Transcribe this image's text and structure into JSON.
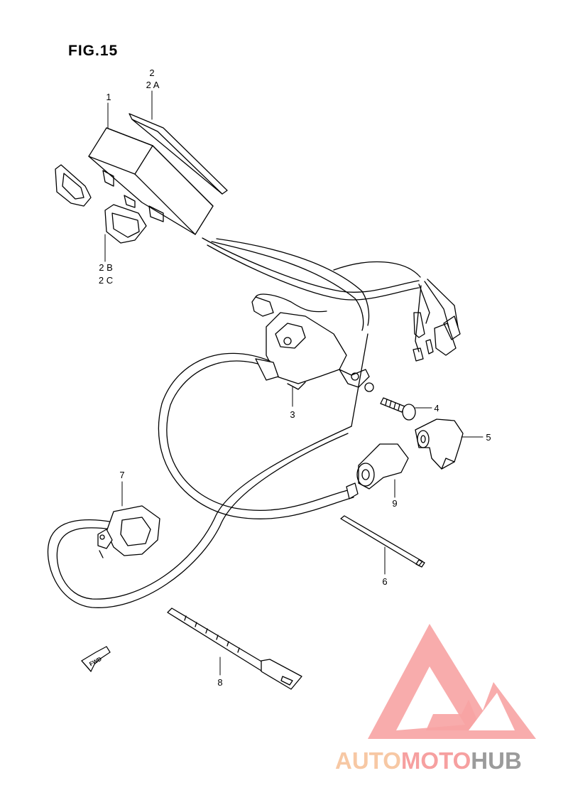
{
  "figure": {
    "title": "FIG.15",
    "fwd_label": "FWD"
  },
  "callouts": {
    "c1": "1",
    "c2": "2",
    "c2a": "2 A",
    "c2b": "2 B",
    "c2c": "2 C",
    "c3": "3",
    "c4": "4",
    "c5": "5",
    "c6": "6",
    "c7": "7",
    "c8": "8",
    "c9": "9"
  },
  "watermark": {
    "part1": "AUTO",
    "part2": "MOTO",
    "part3": "HUB",
    "colors": {
      "auto": "#f7c8a4",
      "moto": "#f6a0a0",
      "hub": "#9b9b9b",
      "logo": "#f7a3a3"
    }
  }
}
